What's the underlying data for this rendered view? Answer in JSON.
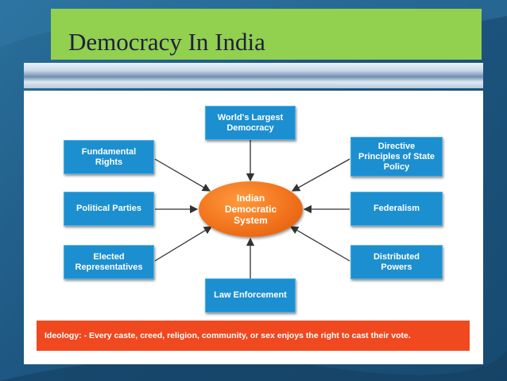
{
  "slide": {
    "title": "Democracy In India"
  },
  "diagram": {
    "center": "Indian\nDemocratic\nSystem",
    "nodes": [
      {
        "id": "worlds-largest",
        "label": "World's Largest\nDemocracy"
      },
      {
        "id": "fundamental-rights",
        "label": "Fundamental\nRights"
      },
      {
        "id": "directive-principles",
        "label": "Directive\nPrinciples of State\nPolicy"
      },
      {
        "id": "political-parties",
        "label": "Political Parties"
      },
      {
        "id": "federalism",
        "label": "Federalism"
      },
      {
        "id": "elected-representatives",
        "label": "Elected\nRepresentatives"
      },
      {
        "id": "distributed-powers",
        "label": "Distributed\nPowers"
      },
      {
        "id": "law-enforcement",
        "label": "Law Enforcement"
      }
    ],
    "ideology": "Ideology: -  Every caste, creed, religion, community, or sex enjoys the right to cast their vote."
  },
  "colors": {
    "title_bar": "#92d050",
    "node": "#1c8fd0",
    "center": "#f0701a",
    "ideology_bar": "#f0481f",
    "background": "#1e5b86"
  }
}
